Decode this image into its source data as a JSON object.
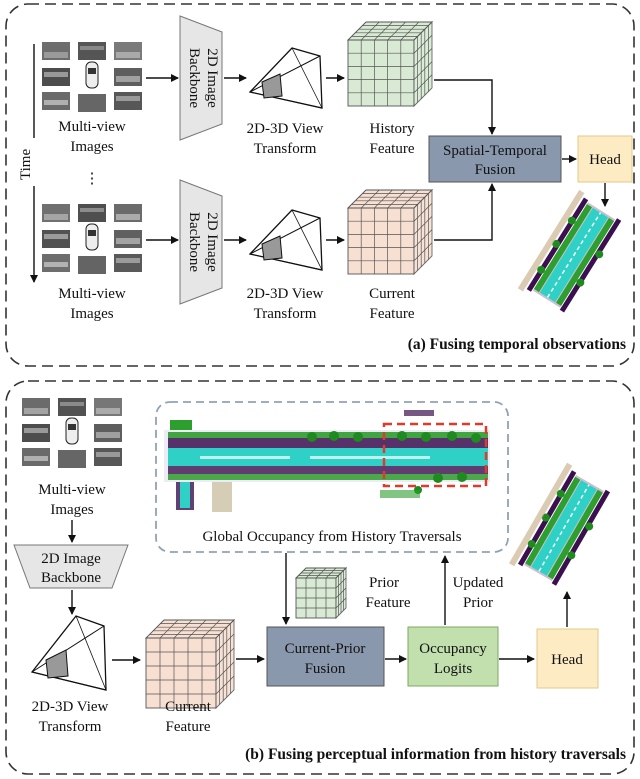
{
  "panel_a": {
    "time_label": "Time",
    "dots": "⋮",
    "multiview_top": [
      "Multi-view",
      "Images"
    ],
    "multiview_bottom": [
      "Multi-view",
      "Images"
    ],
    "backbone_top": [
      "2D Image",
      "Backbone"
    ],
    "backbone_bottom": [
      "2D Image",
      "Backbone"
    ],
    "view_transform_top": [
      "2D-3D View",
      "Transform"
    ],
    "view_transform_bottom": [
      "2D-3D View",
      "Transform"
    ],
    "history_feature": [
      "History",
      "Feature"
    ],
    "current_feature": [
      "Current",
      "Feature"
    ],
    "fusion": [
      "Spatial-Temporal",
      "Fusion"
    ],
    "head": "Head",
    "caption": "(a) Fusing temporal observations"
  },
  "panel_b": {
    "multiview": [
      "Multi-view",
      "Images"
    ],
    "backbone": [
      "2D Image",
      "Backbone"
    ],
    "global_occupancy": "Global Occupancy from History Traversals",
    "prior_feature": [
      "Prior",
      "Feature"
    ],
    "updated_prior": [
      "Updated",
      "Prior"
    ],
    "view_transform": [
      "2D-3D View",
      "Transform"
    ],
    "current_feature": [
      "Current",
      "Feature"
    ],
    "fusion": [
      "Current-Prior",
      "Fusion"
    ],
    "logits": [
      "Occupancy",
      "Logits"
    ],
    "head": "Head",
    "caption": "(b) Fusing perceptual information from history traversals"
  },
  "colors": {
    "fusion_box": "#8a98ad",
    "head_box": "#fdebc4",
    "logits_box": "#c2dfae",
    "history_grid": "#d8ead3",
    "current_grid": "#f7dfd2",
    "backbone": "#e6e6e6",
    "dashed_border": "#333333",
    "global_border": "#90a2b8",
    "highlight": "#e03a2a",
    "occ_cyan": "#2fd1c6",
    "occ_green": "#2e9e2e",
    "occ_purple": "#3c1050"
  }
}
